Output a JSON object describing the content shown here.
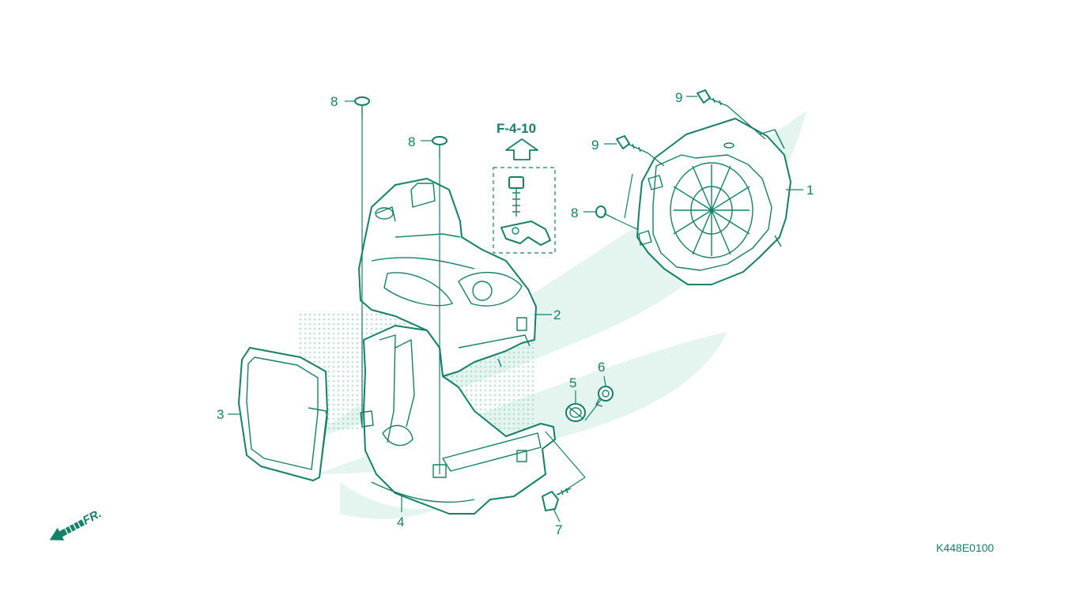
{
  "reference": {
    "label": "F-4-10"
  },
  "figure_code": "K448E0100",
  "direction": {
    "label": "FR."
  },
  "colors": {
    "line": "#15806a",
    "watermark": "#e4f4ef",
    "dots": "#9ed4c6"
  },
  "callouts": [
    {
      "id": "callout-1",
      "number": "1"
    },
    {
      "id": "callout-2",
      "number": "2"
    },
    {
      "id": "callout-3",
      "number": "3"
    },
    {
      "id": "callout-4",
      "number": "4"
    },
    {
      "id": "callout-5",
      "number": "5"
    },
    {
      "id": "callout-6",
      "number": "6"
    },
    {
      "id": "callout-7",
      "number": "7"
    },
    {
      "id": "callout-8a",
      "number": "8"
    },
    {
      "id": "callout-8b",
      "number": "8"
    },
    {
      "id": "callout-8c",
      "number": "8"
    },
    {
      "id": "callout-9a",
      "number": "9"
    },
    {
      "id": "callout-9b",
      "number": "9"
    }
  ]
}
